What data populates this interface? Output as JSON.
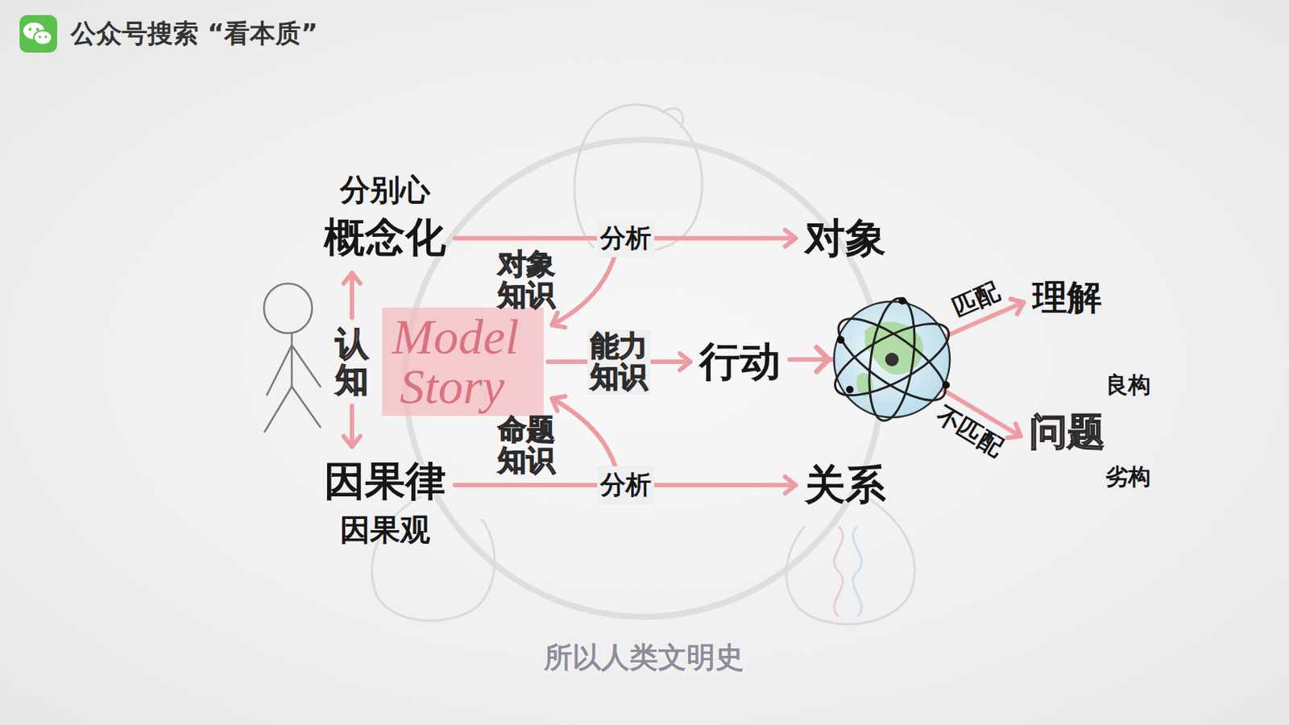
{
  "diagram": {
    "caption": "所以人类文明史",
    "nodes": [
      {
        "text": [
          "分别心",
          "概念化"
        ]
      },
      {
        "text": [
          "认知"
        ]
      },
      {
        "text": [
          "Model",
          "Story"
        ]
      },
      {
        "text": [
          "因果律",
          "因果观"
        ]
      },
      {
        "text": [
          "对象"
        ]
      },
      {
        "text": [
          "行动"
        ]
      },
      {
        "text": [
          "关系"
        ]
      },
      {
        "text": [
          "理解"
        ]
      },
      {
        "text": [
          "问题"
        ]
      }
    ],
    "edges": [
      {
        "from": 1,
        "to": 0,
        "arrow": "to"
      },
      {
        "from": 1,
        "to": 3,
        "arrow": "to"
      },
      {
        "from": 0,
        "to": 4,
        "label": "分析",
        "arrow": "to"
      },
      {
        "from": 3,
        "to": 6,
        "label": "分析",
        "arrow": "to"
      },
      {
        "from": 2,
        "to": 5,
        "label": "能力知识",
        "arrow": "to"
      },
      {
        "from": 5,
        "to": 7,
        "label": "匹配",
        "arrow": "to"
      },
      {
        "from": 5,
        "to": 8,
        "label": "不匹配",
        "arrow": "to"
      }
    ],
    "labels": [
      "公众号搜索 “看本质”",
      "对象知识",
      "命题知识",
      "良构",
      "劣构"
    ]
  }
}
